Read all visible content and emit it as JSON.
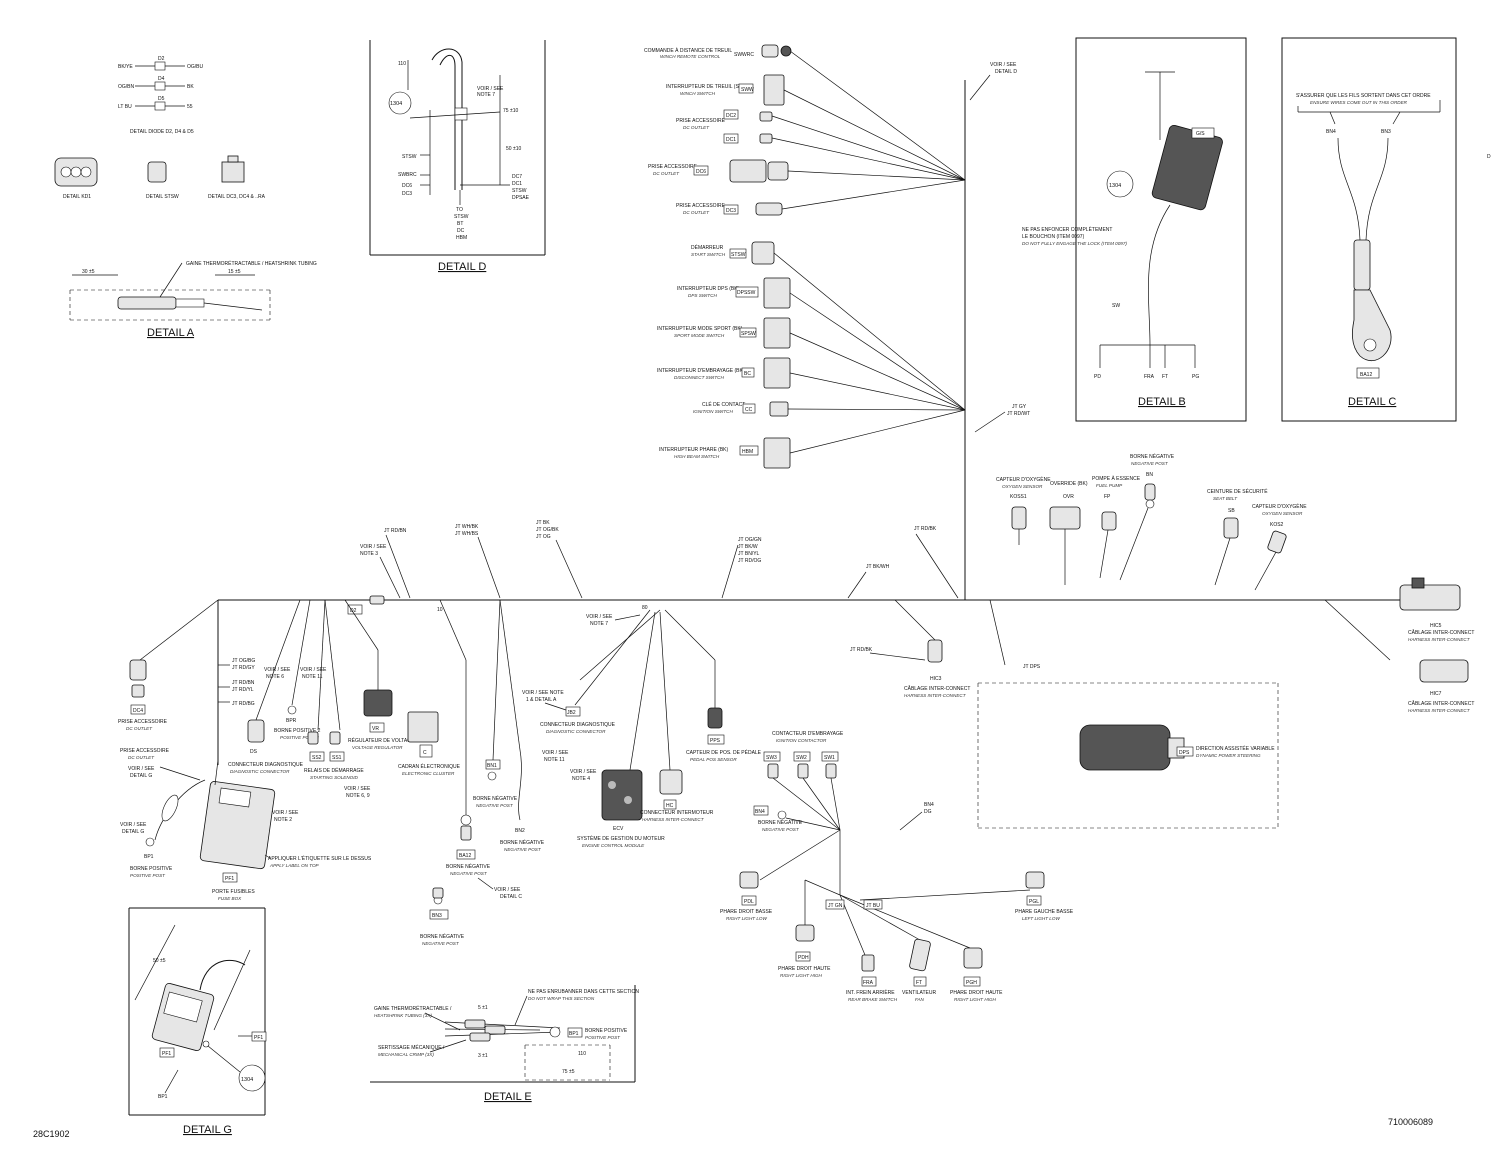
{
  "drawing": {
    "code_left": "28C1902",
    "code_right": "710006089",
    "edge_mark": "D"
  },
  "details": {
    "a": "DETAIL A",
    "b": "DETAIL B",
    "c": "DETAIL C",
    "d": "DETAIL D",
    "e": "DETAIL E",
    "g": "DETAIL G"
  },
  "detail_a": {
    "heatshrink": "GAINE THERMORÉTRACTABLE / HEATSHRINK TUBING",
    "dim1": "30 ±5",
    "dim2": "15 ±5"
  },
  "detail_top_left": {
    "caption": "DETAIL DIODE D2, D4 & D5",
    "d2": "D2",
    "d4": "D4",
    "d5": "D5",
    "w1": "BK/YE",
    "w2": "OG/BN",
    "w3": "OG/BU",
    "w4": "BK",
    "w5": "LT BU",
    "w6": "55",
    "c1": "DETAIL KD1",
    "c2": "DETAIL STSW",
    "c3": "DETAIL DC3, DC4 & ..RA"
  },
  "detail_d": {
    "voir": "VOIR / SEE",
    "note": "NOTE 7",
    "callout": "1304",
    "stsw": "STSW",
    "swbrc": "SWBRC",
    "dc6": "DC6",
    "dc3": "DC3",
    "dc7": "DC7",
    "dc1": "DC1",
    "stsw2": "STSW",
    "dpsae": "DPSAE",
    "to": "TO",
    "stsw3": "STSW",
    "bt": "BT",
    "dc": "DC",
    "hbm": "HBM",
    "dim1": "110",
    "dim2": "75 ±10",
    "dim3": "50 ±10"
  },
  "components_top": [
    {
      "fr": "COMMANDE À DISTANCE DE TREUIL",
      "en": "WINCH REMOTE CONTROL",
      "code": "SWWRC"
    },
    {
      "fr": "INTERRUPTEUR DE TREUIL (SW)",
      "en": "WINCH SWITCH",
      "code": "SWW"
    },
    {
      "fr": "PRISE ACCESSOIRE",
      "en": "DC OUTLET",
      "code": "DC2"
    },
    {
      "fr": "",
      "en": "",
      "code": "DC1"
    },
    {
      "fr": "PRISE ACCESSOIRE",
      "en": "DC OUTLET",
      "code": "DC6"
    },
    {
      "fr": "PRISE ACCESSOIRE",
      "en": "DC OUTLET",
      "code": "DC3"
    },
    {
      "fr": "DÉMARREUR",
      "en": "START SWITCH",
      "code": "STSW"
    },
    {
      "fr": "INTERRUPTEUR DPS (BK)",
      "en": "DPS SWITCH",
      "code": "DPSSW"
    },
    {
      "fr": "INTERRUPTEUR MODE SPORT (BK)",
      "en": "SPORT MODE SWITCH",
      "code": "SPSW"
    },
    {
      "fr": "INTERRUPTEUR D'EMBRAYAGE (BK)",
      "en": "DISCONNECT SWITCH",
      "code": "BC"
    },
    {
      "fr": "CLÉ DE CONTACT",
      "en": "IGNITION SWITCH",
      "code": "CC"
    },
    {
      "fr": "INTERRUPTEUR PHARE (BK)",
      "en": "HIGH BEAM SWITCH",
      "code": "HBM"
    }
  ],
  "top_right_notes": {
    "voir": "VOIR / SEE",
    "detail_d": "DETAIL D",
    "jt_gy": "JT GY",
    "jt_rdwt": "JT RD/WT"
  },
  "detail_b": {
    "callout": "1304",
    "tag": "G/S",
    "note_fr": "NE PAS ENFONCER COMPLÈTEMENT",
    "note_fr2": "LE BOUCHON (ITEM 0097)",
    "note_en": "DO NOT FULLY ENGAGE THE LOCK (ITEM 0097)",
    "sw": "SW",
    "pd": "PD",
    "fra": "FRA",
    "ft": "FT",
    "pg": "PG"
  },
  "detail_c": {
    "note_fr": "S'ASSURER QUE LES FILS SORTENT DANS CET ORDRE",
    "note_en": "ENSURE WIRES COME OUT IN THIS ORDER",
    "bn4": "BN4",
    "bn3": "BN3",
    "ba12": "BA12"
  },
  "right_components": [
    {
      "fr": "CAPTEUR D'OXYGÈNE",
      "en": "OXYGEN SENSOR",
      "code": "KOSS1"
    },
    {
      "fr": "OVERRIDE (BK)",
      "en": "",
      "code": "OVR"
    },
    {
      "fr": "POMPE À ESSENCE",
      "en": "FUEL PUMP",
      "code": "FP"
    },
    {
      "fr": "BORNE NÉGATIVE",
      "en": "NEGATIVE POST",
      "code": "BN"
    },
    {
      "fr": "CEINTURE DE SÉCURITÉ",
      "en": "SEAT BELT",
      "code": "SB"
    },
    {
      "fr": "CAPTEUR D'OXYGÈNE",
      "en": "OXYGEN SENSOR",
      "code": "KOS2"
    }
  ],
  "harness_ic": [
    {
      "fr": "CÂBLAGE INTER-CONNECT",
      "en": "HARNESS INTER-CONNECT",
      "code": "HIC3"
    },
    {
      "fr": "CÂBLAGE INTER-CONNECT",
      "en": "HARNESS INTER-CONNECT",
      "code": "HIC7"
    },
    {
      "fr": "CÂBLAGE INTER-CONNECT",
      "en": "HARNESS INTER-CONNECT",
      "code": "HIC5"
    }
  ],
  "trunk_labels": {
    "jt_rdbn": "JT RD/BN",
    "jt_wh_bk": "JT WH/BK",
    "jt_wh_bs": "JT WH/BS",
    "jt_bk": "JT BK",
    "jt_og_bk": "JT OG/BK",
    "jt_og": "JT OG",
    "jt_ogbu": "JT OG/GN",
    "jt_bkw": "JT BK/W",
    "jt_bnyl": "JT BN/YL",
    "jt_rdog": "JT RD/OG",
    "jt_bkwh": "JT BK/WH",
    "jt_rdbk": "JT RD/BK",
    "jt_rdbk2": "JT RD/BK",
    "jt_og2": "JT OG",
    "voir": "VOIR / SEE",
    "note3": "NOTE 3",
    "d2": "D2",
    "dim10": "10",
    "dim80": "80",
    "voir7": "VOIR / SEE",
    "note7": "NOTE 7"
  },
  "lower_left": {
    "dc4_fr": "PRISE ACCESSOIRE",
    "dc4_en": "DC OUTLET",
    "dc4": "DC4",
    "dc5_fr": "PRISE ACCESSOIRE",
    "dc5_en": "DC OUTLET",
    "voir_g": "VOIR / SEE",
    "detail_g": "DETAIL G",
    "jt1": "JT OG/BG",
    "jt2": "JT RD/GY",
    "jt3": "JT RD/BN",
    "jt4": "JT RD/YL",
    "jt5": "JT RD/BG",
    "voir6": "VOIR / SEE",
    "note6": "NOTE 6",
    "voir11": "VOIR / SEE",
    "note11": "NOTE 11",
    "bpr": "BPR",
    "bpr_fr": "BORNE POSITIVE 2",
    "bpr_en": "POSITIVE POST 2",
    "ds_fr": "CONNECTEUR DIAGNOSTIQUE",
    "ds_en": "DIAGNOSTIC CONNECTOR",
    "ds": "DS",
    "ss_fr": "RELAIS DE DÉMARRAGE",
    "ss_en": "STARTING SOLENOID",
    "ss2": "SS2",
    "ss1": "SS1",
    "vr_fr": "RÉGULATEUR DE VOLTAGE",
    "vr_en": "VOLTAGE REGULATOR",
    "vr": "VR",
    "c_fr": "CADRAN ÉLECTRONIQUE",
    "c_en": "ELECTRONIC CLUSTER",
    "c": "C",
    "voir2": "VOIR / SEE",
    "note2": "NOTE 2",
    "voir6b": "VOIR / SEE",
    "note6b": "NOTE 6, 9",
    "voir_ge": "VOIR / SEE",
    "detail_ge": "DETAIL G",
    "bp1": "BP1",
    "bp1_fr": "BORNE POSITIVE",
    "bp1_en": "POSITIVE POST",
    "pf1": "PF1",
    "label_fr": "APPLIQUER L'ÉTIQUETTE SUR LE DESSUS",
    "label_en": "APPLY LABEL ON TOP",
    "fuse_fr": "PORTE FUSIBLES",
    "fuse_en": "FUSE BOX"
  },
  "lower_mid": {
    "ba12": "BA12",
    "bn_fr": "BORNE NÉGATIVE",
    "bn_en": "NEGATIVE POST",
    "bn1": "BN1",
    "bn1_fr": "BORNE NÉGATIVE",
    "bn1_en": "NEGATIVE POST",
    "bn_post": "BN1",
    "bn3": "BN3",
    "bn3_fr": "BORNE NÉGATIVE",
    "bn3_en": "NEGATIVE POST",
    "voir_c": "VOIR / SEE",
    "detail_c": "DETAIL C",
    "bn2": "BN2",
    "bn2_fr": "BORNE NÉGATIVE",
    "bn2_en": "NEGATIVE POST",
    "voir_a": "VOIR / SEE NOTE",
    "detail_a": "1 & DETAIL A",
    "jb2": "JB2",
    "dc_fr": "CONNECTEUR DIAGNOSTIQUE",
    "dc_en": "DIAGNOSTIC CONNECTOR",
    "voir11": "VOIR / SEE",
    "note11": "NOTE 11",
    "voir4": "VOIR / SEE",
    "note4": "NOTE 4",
    "ecv": "ECV",
    "ecm_fr": "SYSTÈME DE GESTION DU MOTEUR",
    "ecm_en": "ENGINE CONTROL MODULE",
    "hc_fr": "CONNECTEUR INTERMOTEUR",
    "hc_en": "HARNESS INTER-CONNECT",
    "hc": "HC",
    "pps": "PPS",
    "pps_fr": "CAPTEUR DE POS. DE PÉDALE",
    "pps_en": "PEDAL POS SENSOR"
  },
  "lower_right": {
    "jt_rdbk": "JT RD/BK",
    "hic3": "HIC3",
    "ic_fr": "CÂBLAGE INTER-CONNECT",
    "ic_en": "HARNESS INTER-CONNECT",
    "jt_dps": "JT DPS",
    "dps_fr": "DIRECTION ASSISTÉE VARIABLE",
    "dps_en": "DYNAMIC POWER STEERING",
    "dps": "DPS",
    "contact_fr": "CONTACTEUR D'EMBRAYAGE",
    "contact_en": "IGNITION CONTACTOR",
    "sw3": "SW3",
    "sw2": "SW2",
    "sw1": "SW1",
    "bn4": "BN4",
    "bn4_fr": "BORNE NÉGATIVE",
    "bn4_en": "NEGATIVE POST",
    "bn4_tag": "BN4",
    "dg": "DG",
    "pdl": "PDL",
    "pdl_fr": "PHARE DROIT BASSE",
    "pdl_en": "RIGHT LIGHT LOW",
    "jt_gn": "JT GN",
    "jt_bu": "JT BU",
    "pgh_l": "PGL",
    "pgh_l_fr": "PHARE GAUCHE BASSE",
    "pgh_l_en": "LEFT LIGHT LOW",
    "pdh": "PDH",
    "pdh_fr": "PHARE DROIT HAUTE",
    "pdh_en": "RIGHT LIGHT HIGH",
    "fra": "FRA",
    "fra_fr": "INT. FREIN ARRIÈRE",
    "fra_en": "REAR BRAKE SWITCH",
    "ft": "FT",
    "ft_fr": "VENTILATEUR",
    "ft_en": "FAN",
    "pgh": "PGH",
    "pgh_fr": "PHARE DROIT HAUTE",
    "pgh_en": "RIGHT LIGHT HIGH"
  },
  "detail_e": {
    "gaine_fr": "GAINE THERMORÉTRACTABLE /",
    "gaine_en": "HEATSHRINK TUBING (3X)",
    "sertis_fr": "SERTISSAGE MÉCANIQUE /",
    "sertis_en": "MECHANICAL CRIMP (3X)",
    "note_fr": "NE PAS ENRUBANNER DANS CETTE SECTION",
    "note_en": "DO NOT WRAP THIS SECTION",
    "bp1": "BP1",
    "bp1_fr": "BORNE POSITIVE",
    "bp1_en": "POSITIVE POST",
    "dim1": "5 ±1",
    "dim2": "3 ±1",
    "dim3": "110",
    "dim4": "75 ±5"
  },
  "detail_g": {
    "callout": "1304",
    "pf1": "PF1",
    "pf1b": "PF1",
    "bp1": "BP1",
    "dim": "50 ±5"
  }
}
